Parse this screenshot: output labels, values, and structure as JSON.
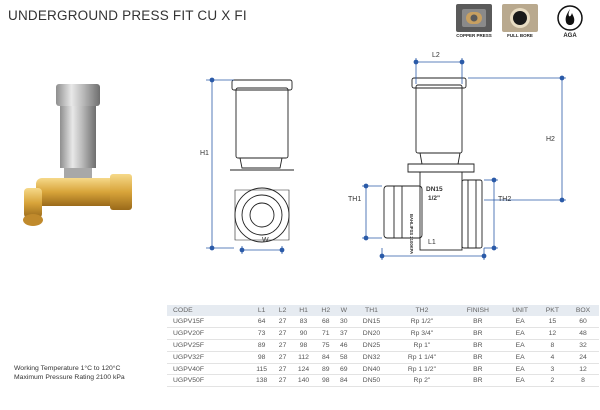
{
  "title": "UNDERGROUND PRESS FIT CU X FI",
  "badges": [
    {
      "icon": "copper-press-icon",
      "caption": "COPPER PRESS"
    },
    {
      "icon": "full-bore-icon",
      "caption": "FULL BORE"
    },
    {
      "icon": "gas-flame-icon",
      "caption": "AGA"
    }
  ],
  "drawing": {
    "left_view": {
      "h1": "H1",
      "w": "W"
    },
    "right_view": {
      "l2": "L2",
      "h2": "H2",
      "th1": "TH1",
      "th2": "TH2",
      "l1": "L1",
      "marking_size": "DN15",
      "marking_thread": "1/2\"",
      "side_text": "BAHLIPSS 2100KPA"
    }
  },
  "conditions": {
    "working_temperature": "Working Temperature 1°C to 120°C",
    "max_pressure": "Maximum Pressure Rating 2100 kPa"
  },
  "table": {
    "headers": [
      "CODE",
      "L1",
      "L2",
      "H1",
      "H2",
      "W",
      "TH1",
      "TH2",
      "FINISH",
      "UNIT",
      "PKT",
      "BOX"
    ],
    "rows": [
      [
        "UGPV15F",
        "64",
        "27",
        "83",
        "68",
        "30",
        "DN15",
        "Rp 1/2\"",
        "BR",
        "EA",
        "15",
        "60"
      ],
      [
        "UGPV20F",
        "73",
        "27",
        "90",
        "71",
        "37",
        "DN20",
        "Rp 3/4\"",
        "BR",
        "EA",
        "12",
        "48"
      ],
      [
        "UGPV25F",
        "89",
        "27",
        "98",
        "75",
        "46",
        "DN25",
        "Rp 1\"",
        "BR",
        "EA",
        "8",
        "32"
      ],
      [
        "UGPV32F",
        "98",
        "27",
        "112",
        "84",
        "58",
        "DN32",
        "Rp 1 1/4\"",
        "BR",
        "EA",
        "4",
        "24"
      ],
      [
        "UGPV40F",
        "115",
        "27",
        "124",
        "89",
        "69",
        "DN40",
        "Rp 1 1/2\"",
        "BR",
        "EA",
        "3",
        "12"
      ],
      [
        "UGPV50F",
        "138",
        "27",
        "140",
        "98",
        "84",
        "DN50",
        "Rp 2\"",
        "BR",
        "EA",
        "2",
        "8"
      ]
    ]
  }
}
